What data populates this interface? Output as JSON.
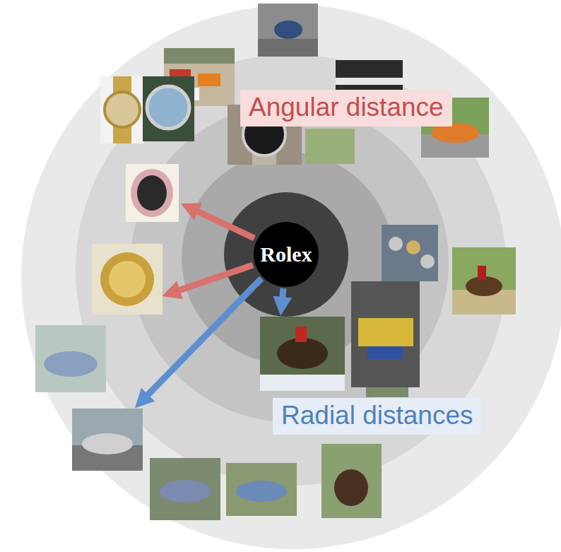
{
  "diagram": {
    "nodes": [
      {
        "text": [
          "Rolex"
        ]
      },
      {
        "text": [
          "Angular distance"
        ]
      },
      {
        "text": [
          "Radial distances"
        ]
      }
    ]
  }
}
